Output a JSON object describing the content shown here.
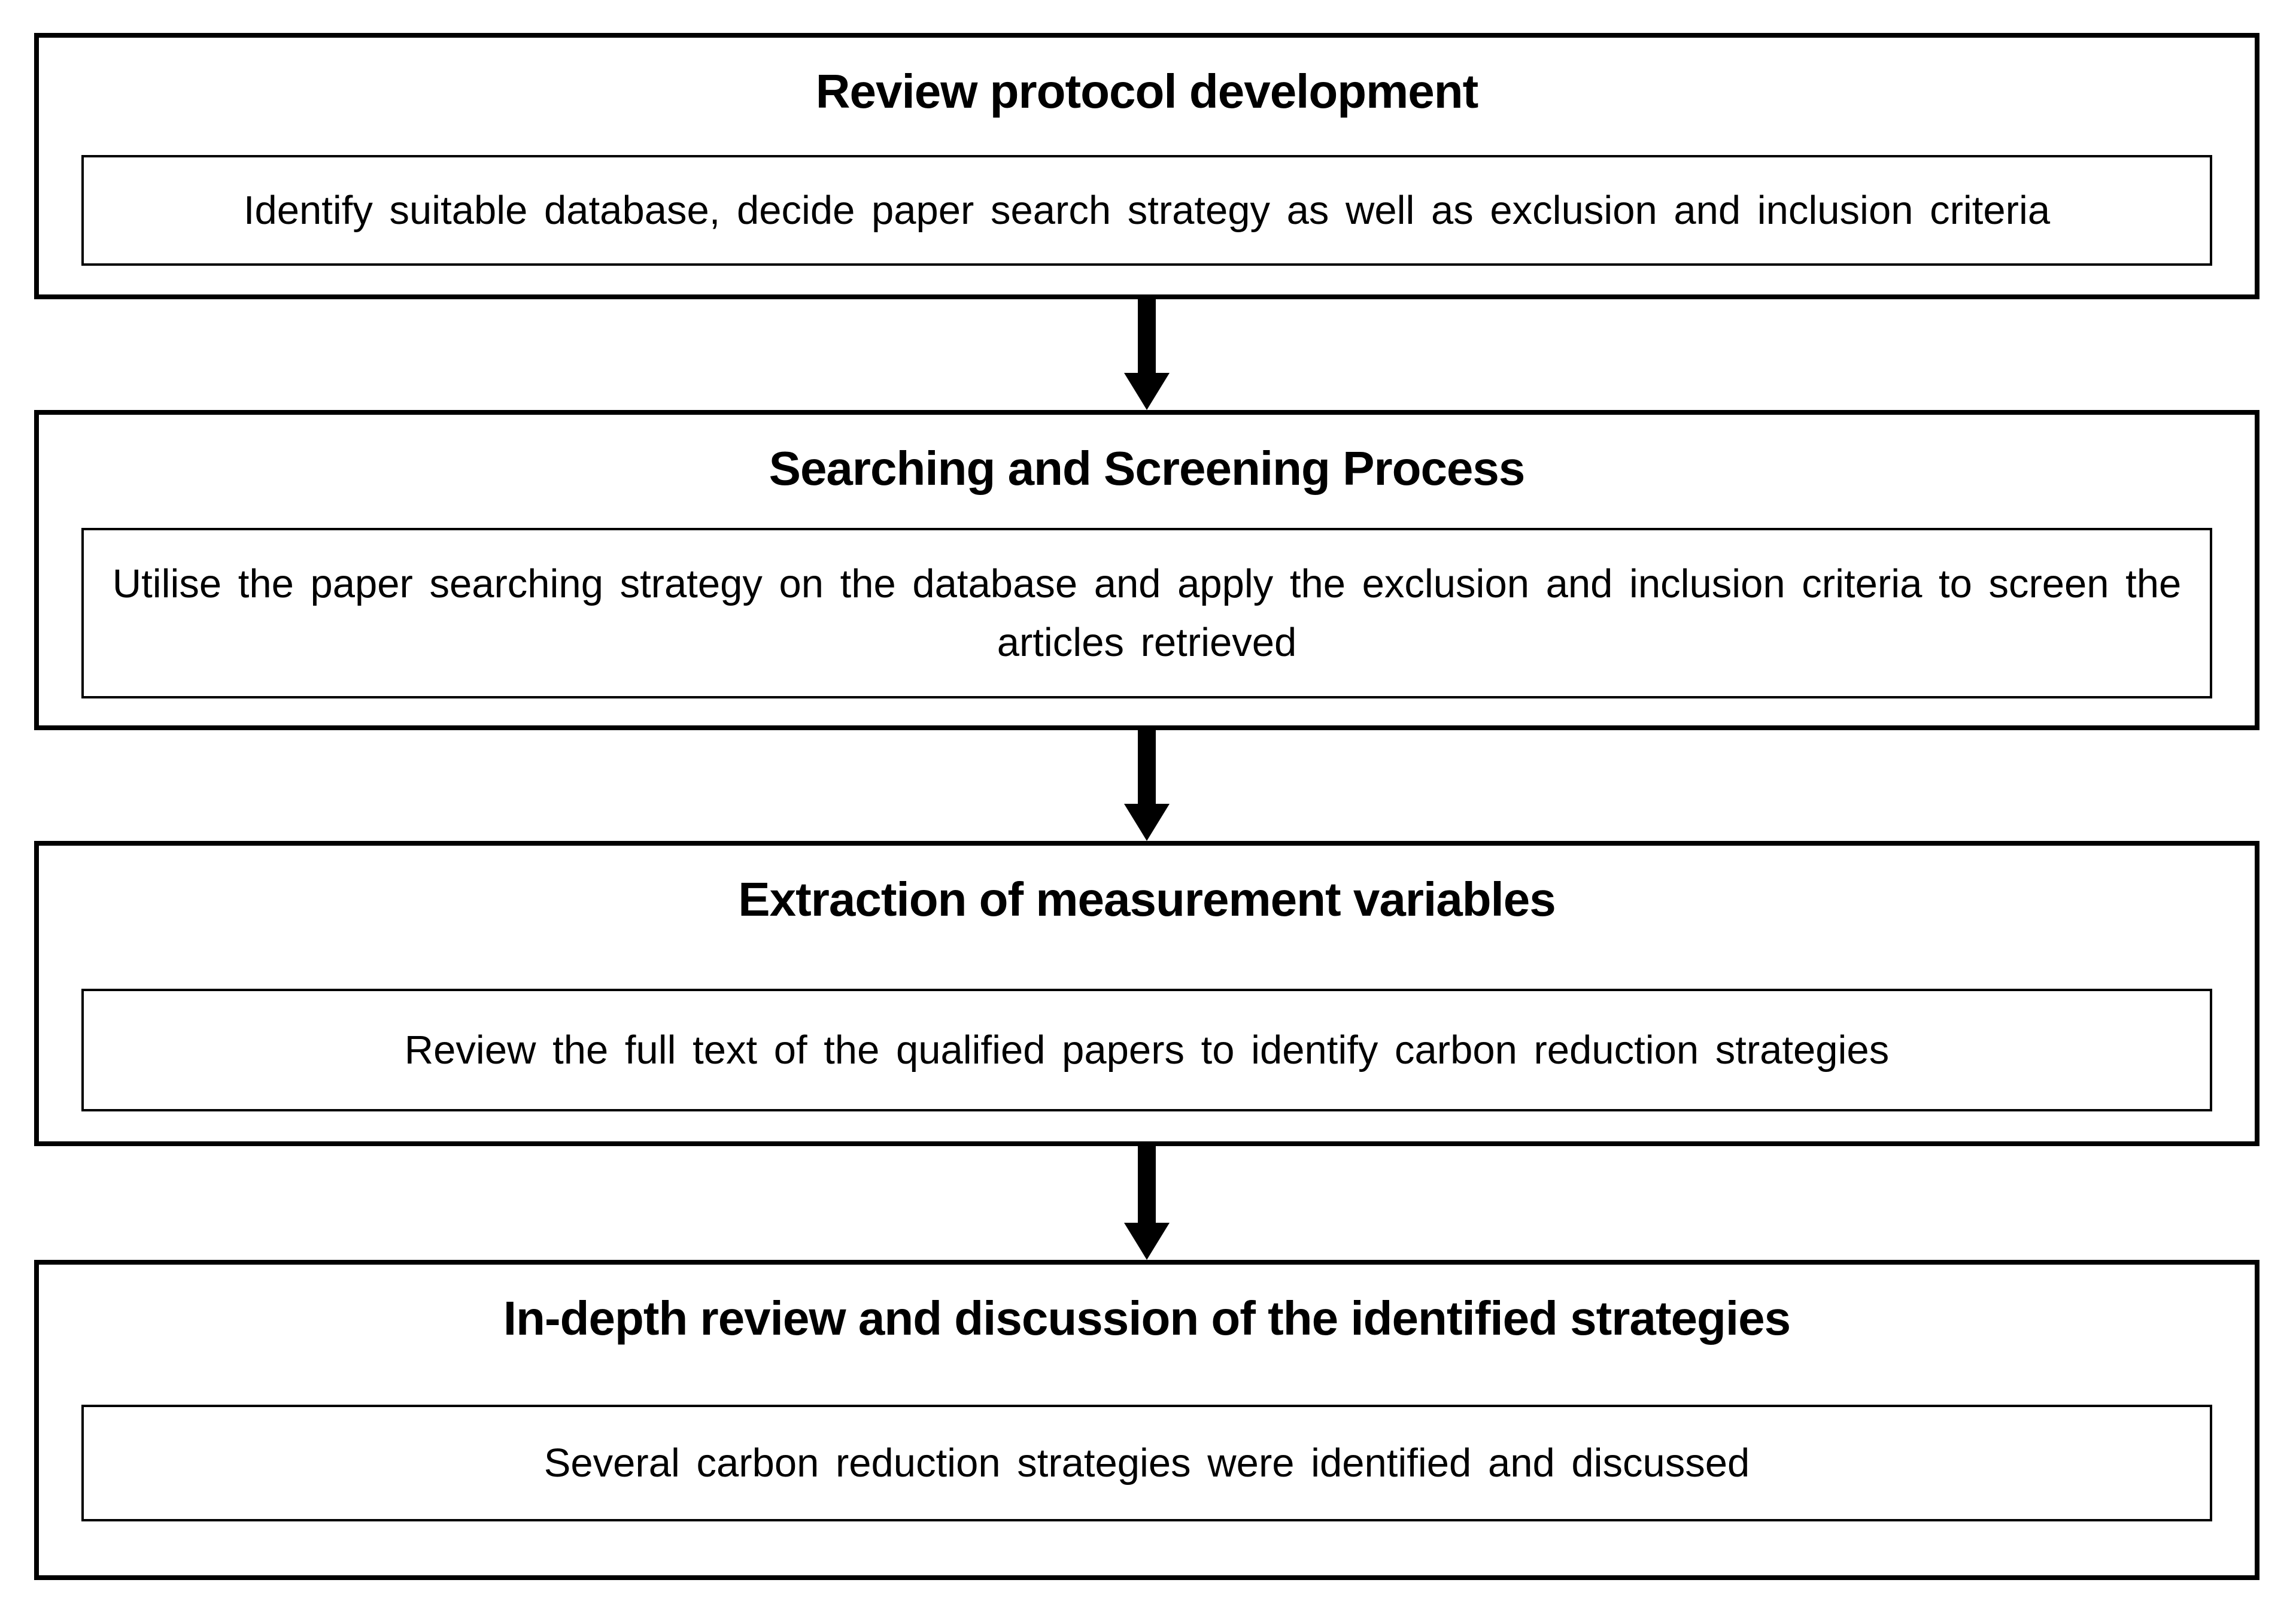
{
  "diagram": {
    "type": "flowchart",
    "orientation": "vertical",
    "background_color": "#ffffff",
    "border_color": "#000000",
    "text_color": "#000000",
    "connector": {
      "icon": "down-arrow-icon",
      "color": "#000000"
    },
    "stages": [
      {
        "title": "Review protocol development",
        "detail": "Identify suitable database, decide paper search strategy as well as exclusion and inclusion criteria"
      },
      {
        "title": "Searching and Screening Process",
        "detail": "Utilise the paper searching strategy on the database and apply the exclusion and inclusion criteria to screen the articles retrieved"
      },
      {
        "title": "Extraction of measurement variables",
        "detail": "Review the full text of the qualified papers to identify carbon reduction strategies"
      },
      {
        "title": "In-depth review and discussion of the identified strategies",
        "detail": "Several carbon reduction strategies were identified and discussed"
      }
    ]
  }
}
